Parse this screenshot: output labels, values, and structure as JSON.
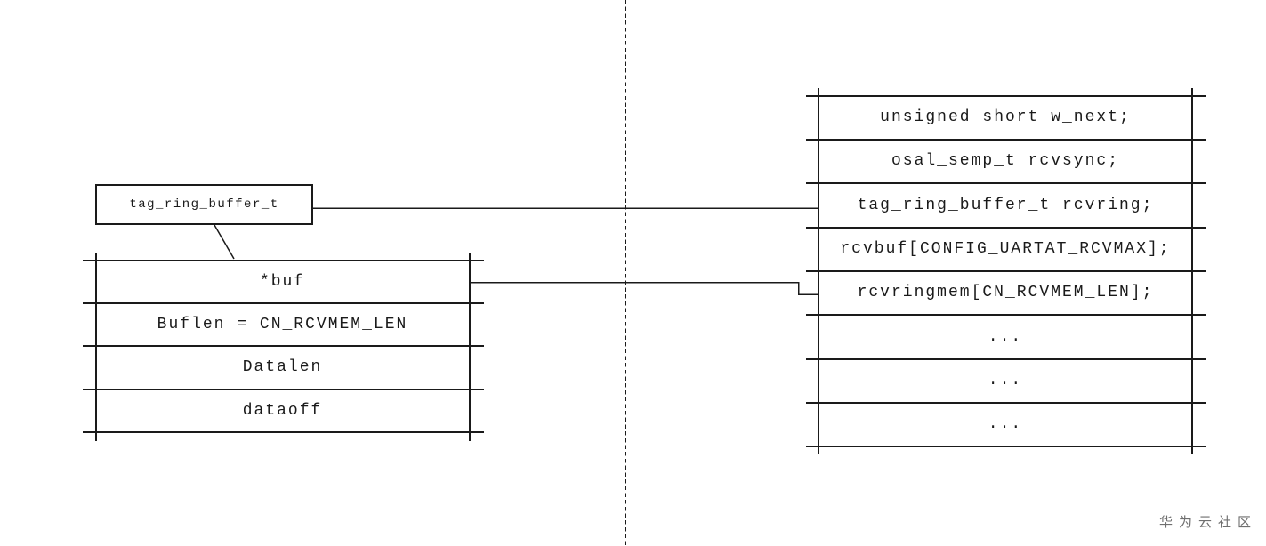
{
  "pointer_box": {
    "label": "tag_ring_buffer_t"
  },
  "left_table": {
    "rows": [
      "*buf",
      "Buflen = CN_RCVMEM_LEN",
      "Datalen",
      "dataoff"
    ]
  },
  "right_table": {
    "rows": [
      "unsigned short w_next;",
      "osal_semp_t rcvsync;",
      "tag_ring_buffer_t rcvring;",
      "rcvbuf[CONFIG_UARTAT_RCVMAX];",
      "rcvringmem[CN_RCVMEM_LEN];",
      "...",
      "...",
      "..."
    ]
  },
  "watermark": "华为云社区",
  "colors": {
    "line": "#1a1a1a",
    "text": "#1a1a1a",
    "watermark_gray": "#6f6f6f",
    "background": "#ffffff"
  }
}
